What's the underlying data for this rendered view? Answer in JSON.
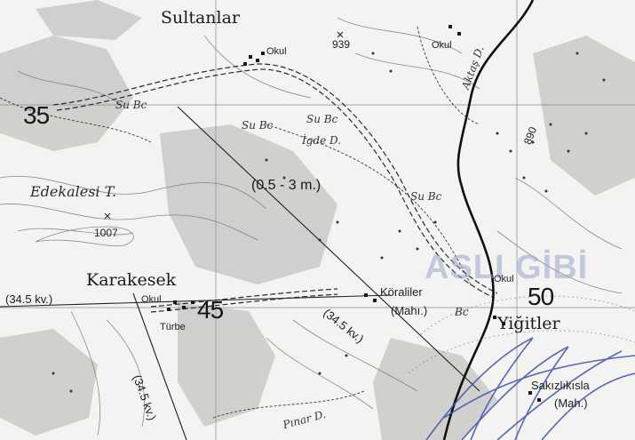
{
  "map": {
    "places": {
      "sultanlar": "Sultanlar",
      "karakesek": "Karakesek",
      "koraliler": "Köraliler",
      "koraliler_sub": "(Mahı.)",
      "yigitler": "Yiğitler",
      "sakizlikisla": "Sakızlıkısla",
      "sakizlikisla_sub": "(Mah.)",
      "turbe": "Türbe"
    },
    "schools": {
      "school_1": "Okul",
      "school_2": "Okul",
      "school_3": "Okul",
      "school_4": "Okul"
    },
    "features": {
      "edekalesi": "Edekalesi T.",
      "igde": "İgde D.",
      "su_bc_1": "Su Bc",
      "su_bc_2": "Su Bc",
      "su_bc_3": "Su Bc",
      "su_bc_4": "Su Bc",
      "aktas": "Aktaş D.",
      "pinar": "Pınar D.",
      "bc_1": "Bc"
    },
    "spot_heights": {
      "h939": "939",
      "h1007": "1007",
      "h890": "890"
    },
    "grid_numbers": {
      "g35": "35",
      "g45": "45",
      "g50": "50"
    },
    "powerlines": {
      "kv_1": "(34.5 kv.)",
      "kv_2": "(34.5 kv.)",
      "kv_3": "(34.5 kv.)"
    },
    "annotations": {
      "width_note": "(0.5 - 3 m.)"
    },
    "stamp": {
      "text": "ASLI GİBİ"
    },
    "colors": {
      "paper": "#f3f3f1",
      "shade": "#c9c9c7",
      "ink": "#1a1a1a",
      "stamp_blue": "#3a4fb0"
    }
  }
}
